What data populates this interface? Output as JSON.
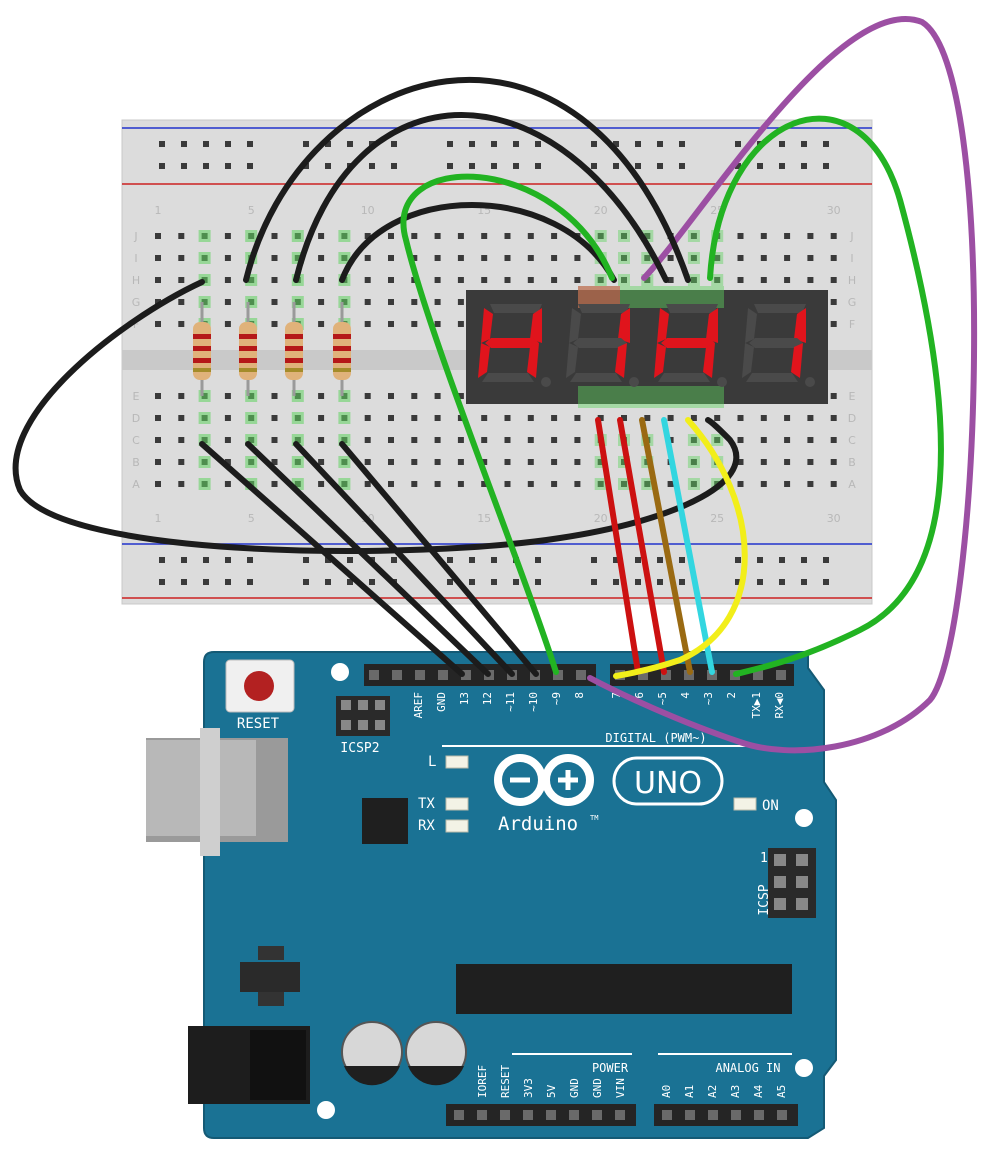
{
  "breadboard": {
    "row_letters_top": [
      "J",
      "I",
      "H",
      "G",
      "F"
    ],
    "row_letters_bottom": [
      "E",
      "D",
      "C",
      "B",
      "A"
    ],
    "column_numbers": [
      "1",
      "5",
      "10",
      "15",
      "20",
      "25",
      "30"
    ]
  },
  "display": {
    "digits": [
      "H",
      "I",
      "H",
      "I"
    ],
    "segment_color": "#e0141c"
  },
  "board": {
    "reset_label": "RESET",
    "icsp2_label": "ICSP2",
    "icsp_label": "ICSP",
    "icsp_pin1_label": "1",
    "led_l": "L",
    "led_tx": "TX",
    "led_rx": "RX",
    "led_on": "ON",
    "brand": "Arduino",
    "trademark": "TM",
    "model": "UNO",
    "digital_label": "DIGITAL (PWM~)",
    "digital_pins": [
      "AREF",
      "GND",
      "13",
      "12",
      "~11",
      "~10",
      "~9",
      "8",
      "7",
      "~6",
      "~5",
      "4",
      "~3",
      "2",
      "TX▶1",
      "RX◀0"
    ],
    "power_label": "POWER",
    "power_pins": [
      "IOREF",
      "RESET",
      "3V3",
      "5V",
      "GND",
      "GND",
      "VIN"
    ],
    "analog_label": "ANALOG IN",
    "analog_pins": [
      "A0",
      "A1",
      "A2",
      "A3",
      "A4",
      "A5"
    ],
    "board_color": "#1a7294"
  },
  "wire_colors": {
    "black": "#1c1c1c",
    "purple": "#9c4fa3",
    "green": "#22b322",
    "red": "#cc1111",
    "brown": "#9a6a12",
    "cyan": "#33d6e0",
    "yellow": "#f2ee1a"
  }
}
